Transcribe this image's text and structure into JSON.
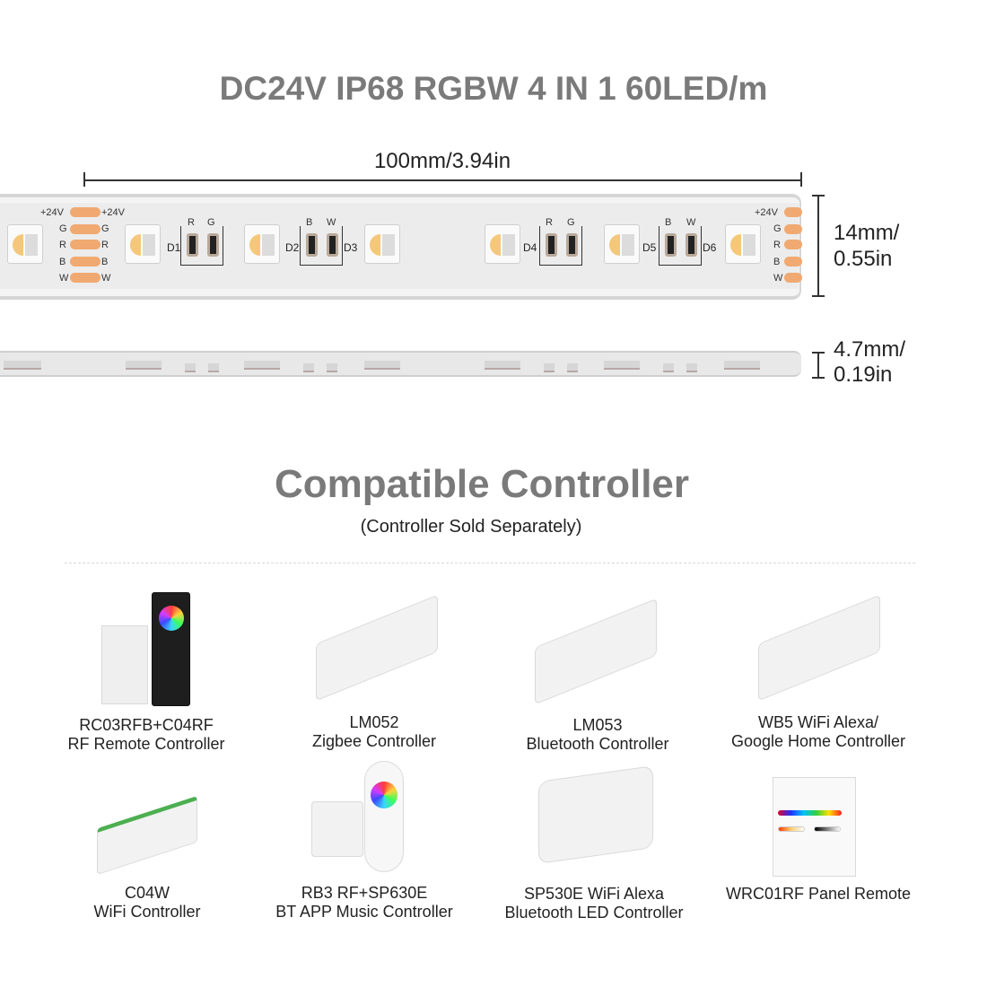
{
  "header": {
    "title": "DC24V IP68 RGBW 4 IN 1 60LED/m"
  },
  "strip_diagram": {
    "length_label": "100mm/3.94in",
    "width_label_mm": "14mm/",
    "width_label_in": "0.55in",
    "height_label_mm": "4.7mm/",
    "height_label_in": "0.19in",
    "pad_labels_left": [
      "+24V",
      "G",
      "R",
      "B",
      "W"
    ],
    "pad_labels_right": [
      "+24V",
      "G",
      "R",
      "B",
      "W"
    ],
    "resistor_group_labels": [
      [
        "R",
        "G"
      ],
      [
        "B",
        "W"
      ],
      [
        "R",
        "G"
      ],
      [
        "B",
        "W"
      ]
    ],
    "led_labels": [
      "D1",
      "D2",
      "D3",
      "D4",
      "D5",
      "D6"
    ],
    "colors": {
      "pad": "#f0a971",
      "strip": "#f4f4f4",
      "led_warm": "#f5c77a"
    }
  },
  "controllers": {
    "title": "Compatible Controller",
    "subtitle": "(Controller Sold Separately)",
    "items": [
      {
        "model": "RC03RFB+C04RF",
        "description": "RF Remote Controller"
      },
      {
        "model": "LM052",
        "description": "Zigbee Controller"
      },
      {
        "model": "LM053",
        "description": "Bluetooth Controller"
      },
      {
        "model": "WB5 WiFi Alexa/",
        "description": "Google Home Controller"
      },
      {
        "model": "C04W",
        "description": "WiFi Controller"
      },
      {
        "model": "RB3 RF+SP630E",
        "description": "BT APP Music Controller"
      },
      {
        "model": "SP530E WiFi Alexa",
        "description": "Bluetooth LED Controller"
      },
      {
        "model": "WRC01RF Panel Remote",
        "description": ""
      }
    ]
  }
}
